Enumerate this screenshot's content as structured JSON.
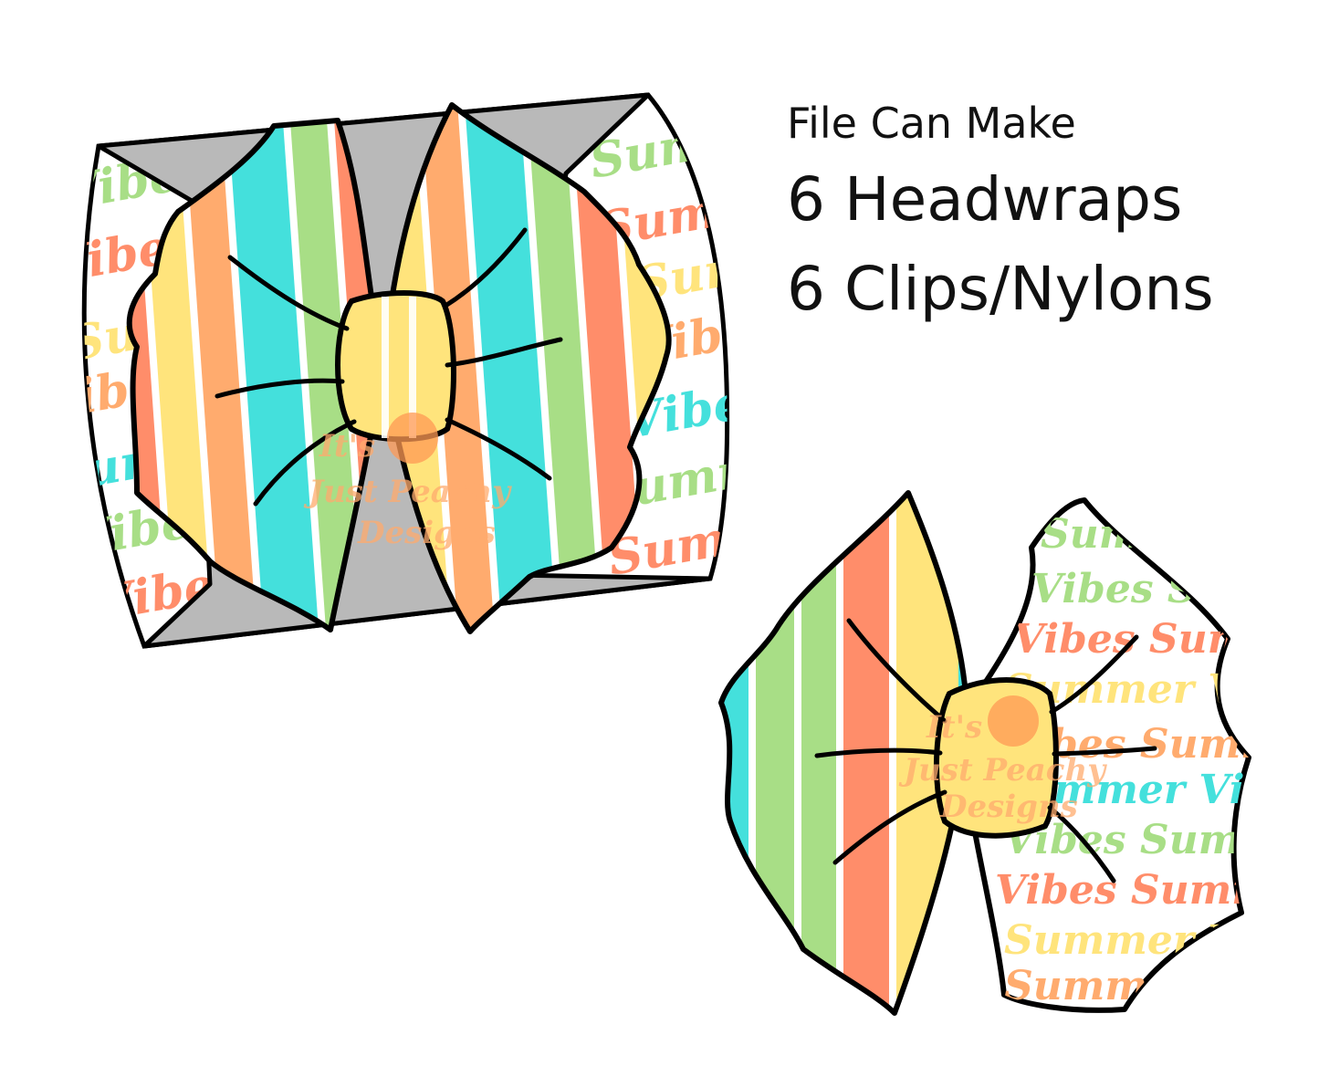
{
  "caption": {
    "line1": "File Can Make",
    "line2": "6 Headwraps",
    "line3": "6 Clips/Nylons"
  },
  "pattern_text": [
    "Summer",
    "Vibes"
  ],
  "watermark": {
    "line1": "It's",
    "line2": "Just Peachy",
    "line3": "Designs"
  },
  "colors": {
    "stripe_teal": "#44e0dc",
    "stripe_green": "#a8de86",
    "stripe_coral": "#ff8d6a",
    "stripe_orange": "#ffab6e",
    "stripe_yellow": "#ffe47c",
    "band_gray": "#b9b9b9",
    "outline": "#000000"
  }
}
